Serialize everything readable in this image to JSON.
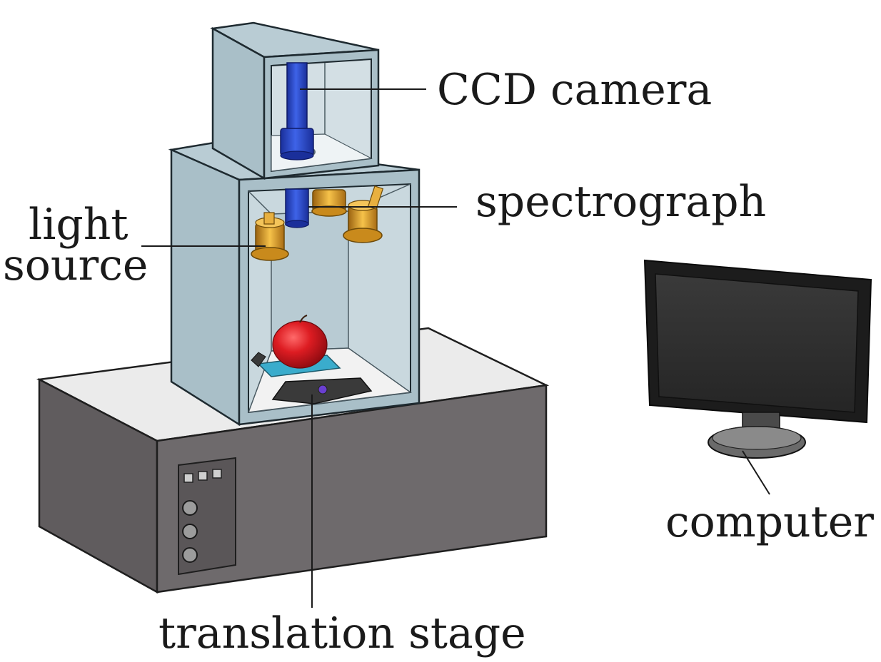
{
  "labels": {
    "ccd_camera": "CCD camera",
    "spectrograph": "spectrograph",
    "light_source_line1": "light",
    "light_source_line2": "source",
    "computer": "computer",
    "translation_stage": "translation stage"
  },
  "colors": {
    "enclosure": "#a9bfc8",
    "enclosure_inner": "#c9d8de",
    "enclosure_edge": "#1e2a30",
    "base_front": "#6e6a6c",
    "base_side": "#605c5e",
    "base_top": "#ebebeb",
    "lens_blue": "#2244c8",
    "lamp_gold": "#e0a020",
    "apple_red": "#d81820",
    "stage_cyan": "#3aaccc",
    "monitor_black": "#1c1c1c",
    "label_text": "#1a1a1a"
  }
}
